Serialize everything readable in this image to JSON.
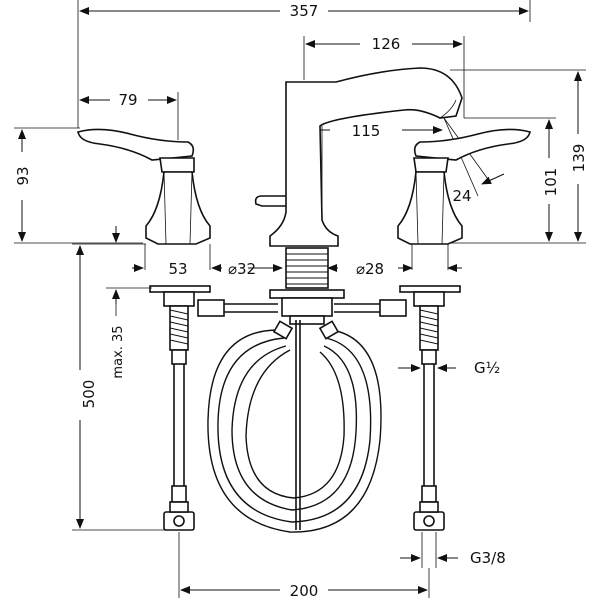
{
  "drawing": {
    "dimensions": {
      "overall_width": "357",
      "spout_reach": "126",
      "spout_inner": "115",
      "handle_reach": "79",
      "handle_height": "93",
      "spout_height_inner": "101",
      "spout_height_total": "139",
      "angle": "24",
      "base_width": "53",
      "spout_diameter": "⌀32",
      "handle_diameter": "⌀28",
      "deck_max": "max. 35",
      "hose_length": "500",
      "thread_inlet": "G½",
      "thread_outlet": "G3/8",
      "spread": "200"
    }
  }
}
